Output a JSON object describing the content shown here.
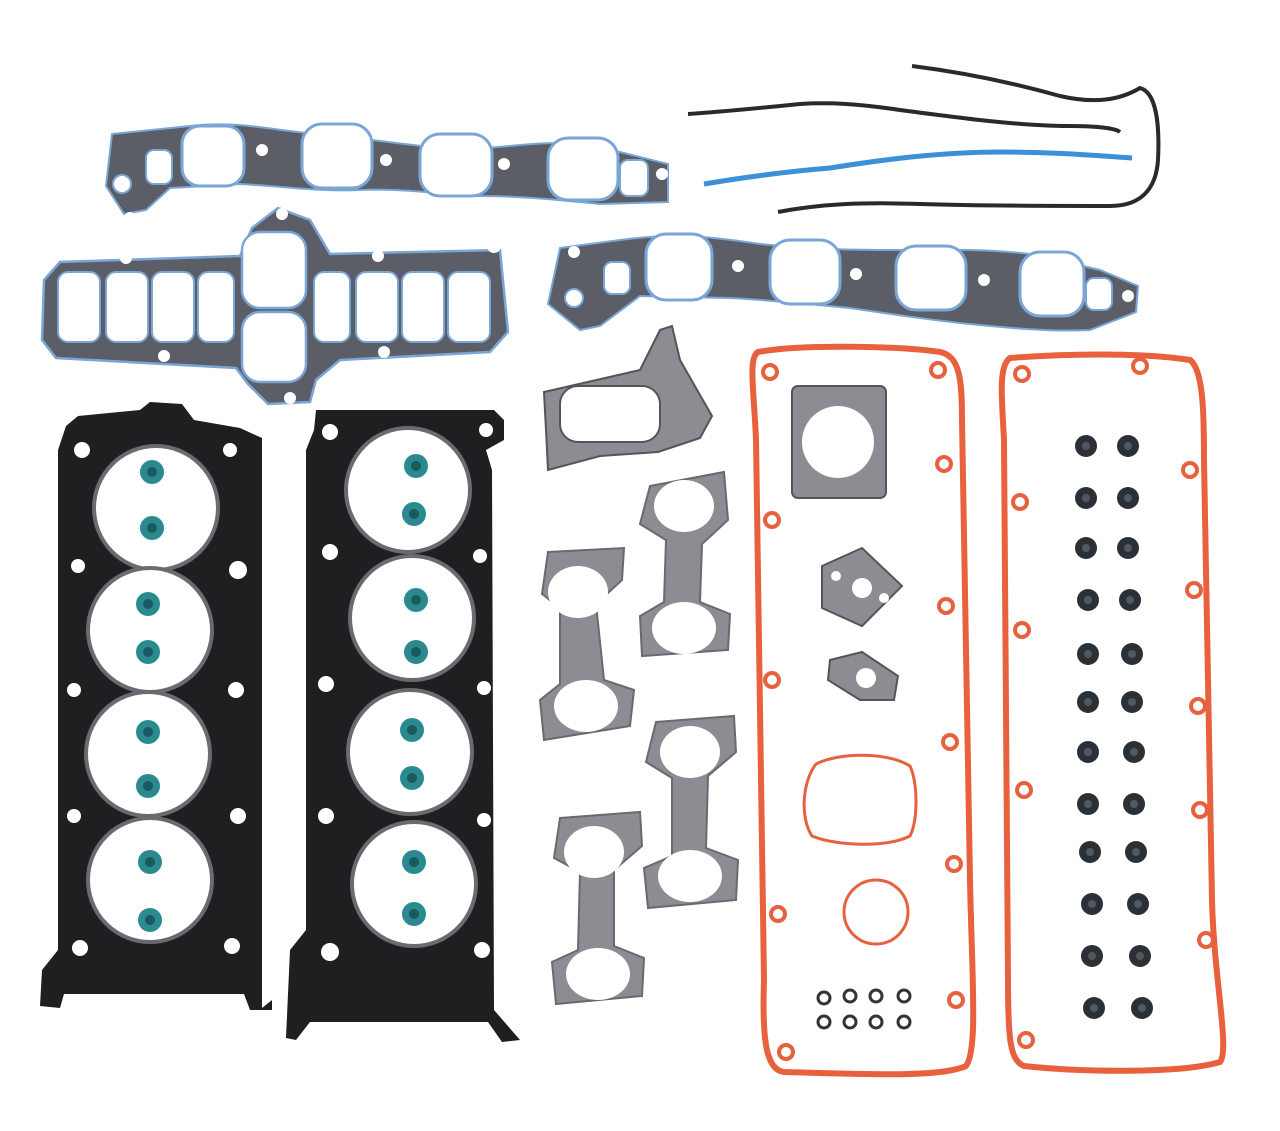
{
  "image": {
    "subject": "engine-cylinder-head-gasket-set",
    "background": "#ffffff"
  },
  "colors": {
    "head_gasket_steel": "#1f1f22",
    "head_gasket_inner": "#f4f2f0",
    "bore_fill": "#ffffff",
    "seal_teal": "#2b8a8f",
    "seal_teal_dark": "#1a5a5e",
    "manifold_body": "#5b5e66",
    "manifold_edge_blue": "#7aa6d6",
    "valve_cover_orange": "#e8613e",
    "graphite_exhaust": "#8e8c92",
    "graphite_light": "#c7c6cc",
    "timing_blue": "#3d8fd6",
    "timing_black": "#2a2a2e",
    "grommet_dark": "#2a3036",
    "oring_dark": "#333338"
  },
  "parts": {
    "head_gaskets": 2,
    "intake_manifold_gaskets": 3,
    "exhaust_manifold_gaskets": 4,
    "valve_cover_gaskets": 2,
    "valve_stem_seals": 16,
    "spark_plug_tube_grommets": 24,
    "small_o_rings": 8
  }
}
